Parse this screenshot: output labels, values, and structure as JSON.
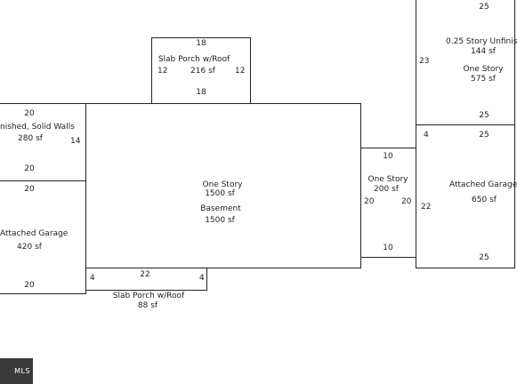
{
  "rooms": {
    "porch_top": {
      "name": "Slab Porch w/Roof",
      "area": "216 sf",
      "dim_top": "18",
      "dim_bottom": "18",
      "dim_left": "12",
      "dim_right": "12"
    },
    "left_unfinished": {
      "name": "nished, Solid Walls",
      "area": "280 sf",
      "dim_top": "20",
      "dim_bottom": "20",
      "dim_right": "14"
    },
    "left_garage": {
      "name": "Attached Garage",
      "area": "420 sf",
      "dim_top": "20",
      "dim_bottom": "20"
    },
    "main": {
      "name1": "One Story",
      "area1": "1500 sf",
      "name2": "Basement",
      "area2": "1500 sf"
    },
    "porch_bottom": {
      "name": "Slab Porch w/Roof",
      "area": "88 sf",
      "dim_top": "22",
      "dim_left": "4",
      "dim_right": "4"
    },
    "connector": {
      "name": "One Story",
      "area": "200 sf",
      "dim_top": "10",
      "dim_bottom": "10",
      "dim_left": "20",
      "dim_right": "20"
    },
    "right_top": {
      "name1": "0.25 Story Unfinis",
      "area1": "144 sf",
      "name2": "One Story",
      "area2": "575 sf",
      "dim_top": "25",
      "dim_bottom": "25",
      "dim_left": "23"
    },
    "right_garage": {
      "name": "Attached Garage",
      "area": "650 sf",
      "dim_top": "25",
      "dim_bottom": "25",
      "dim_left": "22",
      "dim_topleft": "4"
    }
  },
  "logo": {
    "text": "MLS"
  }
}
